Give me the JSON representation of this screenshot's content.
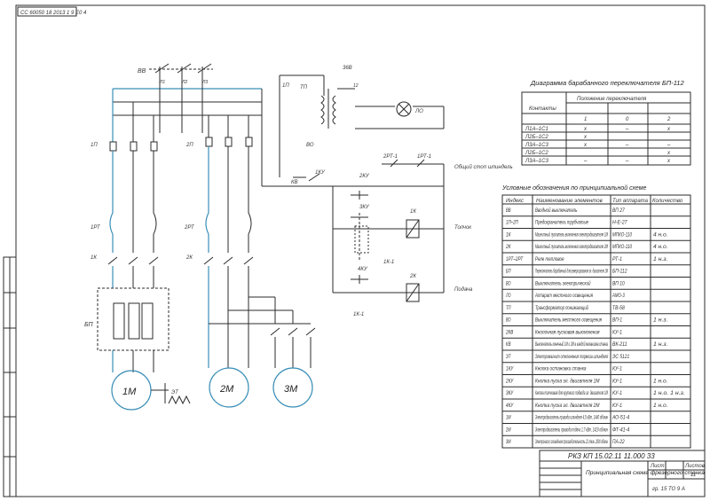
{
  "stamp_top": "СС 60050 18 2013 1 9 Е0 4",
  "diagram_title": "Диаграмма барабанного переключателя БП-112",
  "switch_table": {
    "header_contacts": "Контакты",
    "header_positions": "Положение переключателя",
    "positions": [
      "1",
      "0",
      "2"
    ],
    "rows": [
      {
        "contact": "Л1А–1С1",
        "v": [
          "x",
          "–",
          "x"
        ]
      },
      {
        "contact": "Л2Б–1С2",
        "v": [
          "x",
          "",
          ""
        ]
      },
      {
        "contact": "Л3А–1С3",
        "v": [
          "x",
          "–",
          "–"
        ]
      },
      {
        "contact": "Л2Б–1С2",
        "v": [
          "",
          "",
          "x"
        ]
      },
      {
        "contact": "Л3А–1С3",
        "v": [
          "–",
          "–",
          "x"
        ]
      }
    ]
  },
  "legend_title": "Условные обозначения по принципиальной схеме",
  "legend_headers": [
    "Индекс",
    "Наименование элементов",
    "Тип аппарата",
    "Количество"
  ],
  "legend_rows": [
    {
      "idx": "ВВ",
      "name": "Вводной выключатель",
      "type": "ВП 27",
      "qty": ""
    },
    {
      "idx": "1П–2П",
      "name": "Предохранитель трубчатые",
      "type": "Н-Е-27",
      "qty": ""
    },
    {
      "idx": "1К",
      "name": "Магнитный пускатель включения электродвигателя 1М",
      "type": "МПКО-110",
      "qty": "4 н.о."
    },
    {
      "idx": "2К",
      "name": "Магнитный пускатель включения электродвигателя 2М",
      "type": "МПКО-110",
      "qty": "4 н.о."
    },
    {
      "idx": "1РТ–2РТ",
      "name": "Реле тепловое",
      "type": "РТ-1",
      "qty": "1 н.з."
    },
    {
      "idx": "БП",
      "name": "Переключатель барабанный для реверсирования эл. двигателя 1М",
      "type": "БП-112",
      "qty": ""
    },
    {
      "idx": "ВО",
      "name": "Выключатель электрический",
      "type": "ВП 10",
      "qty": ""
    },
    {
      "idx": "ЛО",
      "name": "Аппарат местного освещения",
      "type": "АМО-3",
      "qty": ""
    },
    {
      "idx": "ТП",
      "name": "Трансформатор понижающий",
      "type": "ТВ-58",
      "qty": ""
    },
    {
      "idx": "ВО",
      "name": "Выключатель местного освещения",
      "type": "ВП-1",
      "qty": "1 н.з."
    },
    {
      "idx": "2КВ",
      "name": "Кнопочная пусковая выключения",
      "type": "КУ-1",
      "qty": ""
    },
    {
      "idx": "КВ",
      "name": "Выключатель конечный 1М и 2М в каждой механизма станка",
      "type": "ВК-211",
      "qty": "1 н.з."
    },
    {
      "idx": "ЭТ",
      "name": "Электромагнит отключения тормоза шпинделя",
      "type": "ЭС 5121",
      "qty": ""
    },
    {
      "idx": "1КУ",
      "name": "Кнопка остановки станка",
      "type": "КУ-1",
      "qty": ""
    },
    {
      "idx": "2КУ",
      "name": "Кнопка пуска эл. двигателя 1М",
      "type": "КУ-1",
      "qty": "1 н.о."
    },
    {
      "idx": "3КУ",
      "name": "Кнопка толчковая для крупного подвода эл. двигателя 1М",
      "type": "КУ-1",
      "qty": "1 н.о. 1 н.з."
    },
    {
      "idx": "4КУ",
      "name": "Кнопка пуска эл. двигателя 2М",
      "type": "КУ-1",
      "qty": "1 н.о."
    },
    {
      "idx": "1М",
      "name": "Электродвигатель привода шпинделя 4,5 кВт, 1440 об/мин",
      "type": "АО-51-4",
      "qty": ""
    },
    {
      "idx": "2М",
      "name": "Электродвигатель привода подачи 1,7 кВт, 1420 об/мин",
      "type": "ФТ-41-4",
      "qty": ""
    },
    {
      "idx": "3М",
      "name": "Электронасос охлаждения производительность 22 л/мин, 2800 об/мин",
      "type": "ПА-22",
      "qty": ""
    }
  ],
  "labels": {
    "vv": "ВВ",
    "l1": "Л1",
    "l2": "Л2",
    "l3": "Л3",
    "p1": "1П",
    "p2": "2П",
    "tp": "ТП",
    "lo": "ЛО",
    "vo": "ВО",
    "pt1": "1РТ",
    "pt2": "2РТ",
    "k1": "1К",
    "k2": "2К",
    "bp": "БП",
    "m1": "1М",
    "m2": "2М",
    "m3": "3М",
    "et": "ЭТ",
    "kv": "КВ",
    "ku1": "1КУ",
    "ku2": "2КУ",
    "ku3": "3КУ",
    "ku4": "4КУ",
    "rt12": "2РТ-1",
    "rt11": "1РТ-1",
    "stop_label": "Общий стоп шпиндель",
    "tolchok": "Толчок",
    "podacha": "Подача",
    "k1_contact": "1К-1",
    "k1_contact2": "1К-1",
    "v36": "36В",
    "v12": "12"
  },
  "title_block": {
    "code": "РКЗ КП 15.02.11 11.000 33",
    "name": "Принципиальная схема фрезерного станка",
    "sheet": "Лист",
    "sheets": "Листов",
    "sheets_val": "11",
    "group": "гр. 15 ТО 9 А"
  }
}
